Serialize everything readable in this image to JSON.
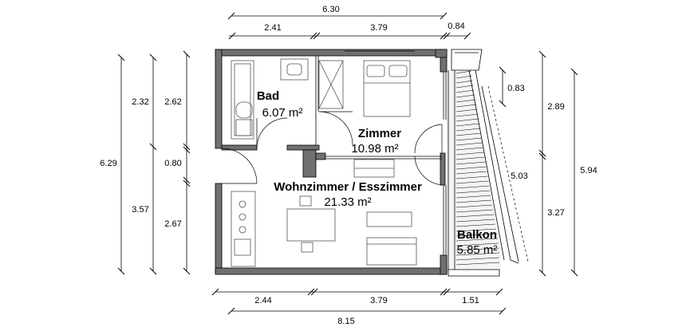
{
  "rooms": {
    "bad": {
      "name": "Bad",
      "area": "6.07 m²"
    },
    "zimmer": {
      "name": "Zimmer",
      "area": "10.98 m²"
    },
    "wohnzimmer": {
      "name": "Wohnzimmer / Esszimmer",
      "area": "21.33 m²"
    },
    "balkon": {
      "name": "Balkon",
      "area": "5.85 m²"
    }
  },
  "dimensions": {
    "top_total": "6.30",
    "top_left": "2.41",
    "top_mid": "3.79",
    "top_right": "0.84",
    "bottom_left": "2.44",
    "bottom_mid": "3.79",
    "bottom_right": "1.51",
    "bottom_total": "8.15",
    "left_total": "6.29",
    "left_upper_outer": "2.32",
    "left_upper_inner": "2.62",
    "left_door": "0.80",
    "left_lower_outer": "3.57",
    "left_lower_inner": "2.67",
    "right_small": "0.83",
    "right_upper": "2.89",
    "right_lower": "3.27",
    "right_diagonal": "5.03",
    "right_total": "5.94"
  }
}
